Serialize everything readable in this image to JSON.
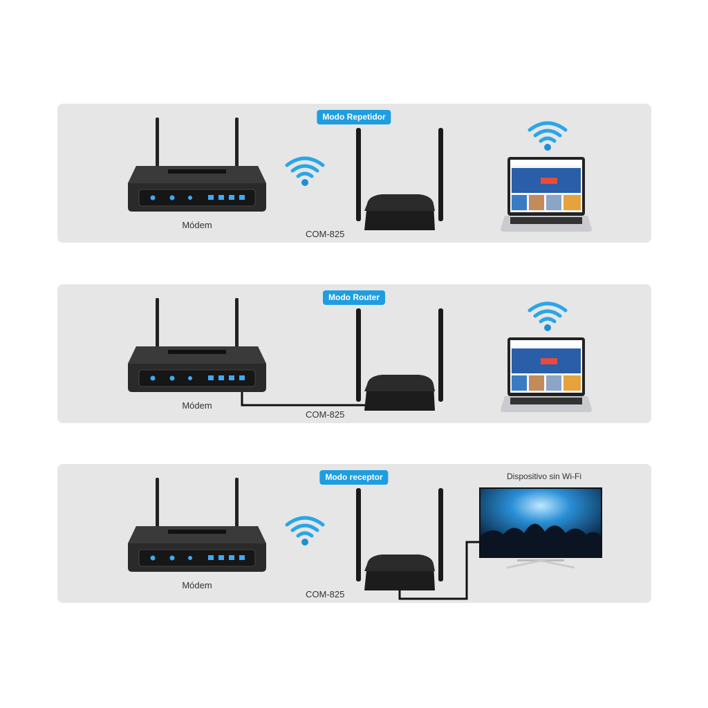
{
  "panels": [
    {
      "mode": "Modo Repetidor",
      "modem_label": "Módem",
      "device_label": "COM-825"
    },
    {
      "mode": "Modo Router",
      "modem_label": "Módem",
      "device_label": "COM-825"
    },
    {
      "mode": "Modo receptor",
      "modem_label": "Módem",
      "device_label": "COM-825",
      "target_label": "Dispositivo sin Wi-Fi"
    }
  ],
  "colors": {
    "accent": "#1e9ee0",
    "panel": "#e6e6e6",
    "device": "#1c1c1c"
  }
}
